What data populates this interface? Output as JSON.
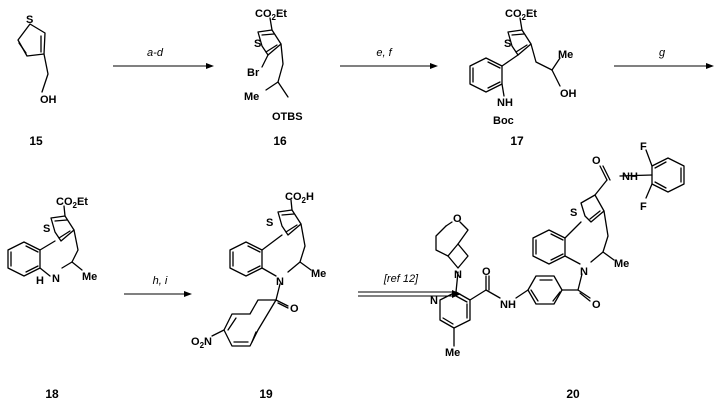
{
  "compounds": [
    {
      "id": "15",
      "groups": {
        "s": "S",
        "oh": "OH"
      }
    },
    {
      "id": "16",
      "groups": {
        "co2et": "CO2Et",
        "s": "S",
        "br": "Br",
        "me": "Me",
        "otbs": "OTBS"
      }
    },
    {
      "id": "17",
      "groups": {
        "co2et": "CO2Et",
        "s": "S",
        "me": "Me",
        "oh": "OH",
        "nh": "NH",
        "boc": "Boc"
      }
    },
    {
      "id": "18",
      "groups": {
        "co2et": "CO2Et",
        "s": "S",
        "nh": "N",
        "h": "H",
        "me": "Me"
      }
    },
    {
      "id": "19",
      "groups": {
        "co2h": "CO2H",
        "s": "S",
        "n": "N",
        "o": "O",
        "me": "Me",
        "no2": "O2N"
      }
    },
    {
      "id": "20",
      "groups": {
        "f1": "F",
        "f2": "F",
        "nh1": "NH",
        "o1": "O",
        "s": "S",
        "n1": "N",
        "me1": "Me",
        "o2": "O",
        "oxan": "O",
        "n2": "N",
        "npyr": "N",
        "o3": "O",
        "nh2": "NH",
        "me2": "Me"
      }
    }
  ],
  "steps": [
    {
      "label": "a-d"
    },
    {
      "label": "e, f"
    },
    {
      "label": "g"
    },
    {
      "label": "h, i"
    },
    {
      "label": "[ref 12]"
    }
  ]
}
